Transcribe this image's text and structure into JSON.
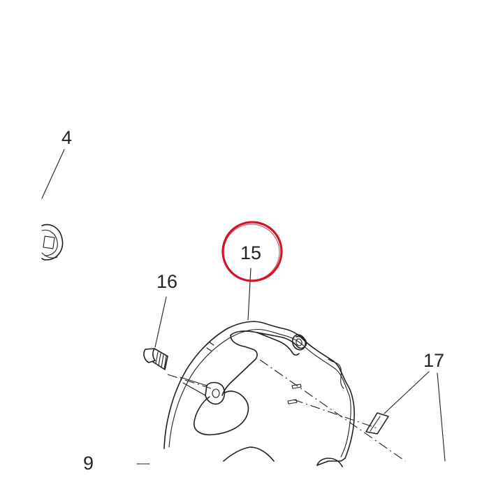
{
  "callouts": {
    "c4": "4",
    "c15": "15",
    "c16": "16",
    "c17": "17",
    "c9": "9"
  },
  "highlight": {
    "target": "15",
    "color": "#d0142c"
  },
  "colors": {
    "line": "#1e1e1e",
    "text": "#222222",
    "background": "#ffffff"
  }
}
